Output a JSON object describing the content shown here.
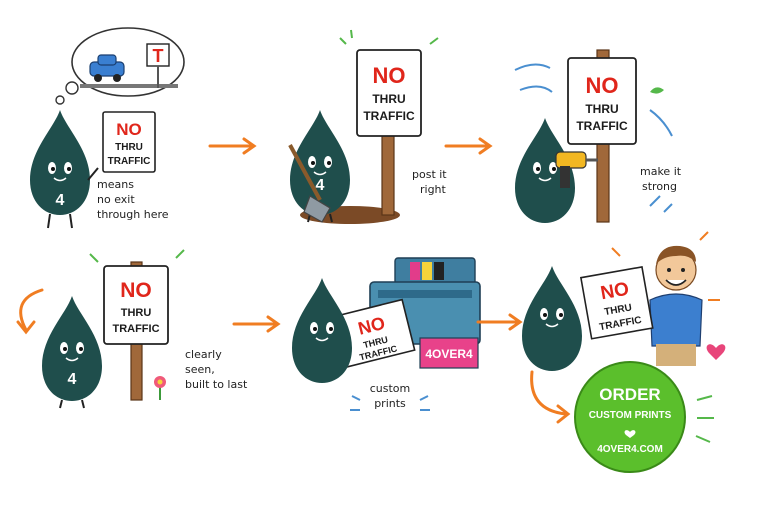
{
  "colors": {
    "drop": "#1f4e4c",
    "sign_red": "#e0261b",
    "arrow": "#f07d22",
    "post": "#a0683a",
    "badge": "#5bbf2c",
    "printer_body": "#4a8fb0",
    "heart": "#e8457a"
  },
  "sign": {
    "no": "NO",
    "thru": "THRU",
    "traffic": "TRAFFIC"
  },
  "drop_number": "4",
  "panels": {
    "p1": {
      "caption": [
        "means",
        "no exit",
        "through here"
      ]
    },
    "p2": {
      "caption": [
        "post it",
        "right"
      ]
    },
    "p3": {
      "caption": [
        "make it",
        "strong"
      ]
    },
    "p4": {
      "caption": [
        "clearly",
        "seen,",
        "built to last"
      ]
    },
    "p5": {
      "caption": [
        "custom",
        "prints"
      ],
      "printer_label": "4OVER4"
    },
    "p6": {}
  },
  "badge": {
    "line1": "ORDER",
    "line2": "CUSTOM PRINTS",
    "line3": "4OVER4.COM"
  },
  "thought_bubble_sign": "T",
  "icons": [
    "car-icon",
    "t-sign-icon",
    "shovel-icon",
    "drill-icon",
    "flower-icon",
    "printer-icon",
    "heart-icon",
    "person-icon"
  ]
}
